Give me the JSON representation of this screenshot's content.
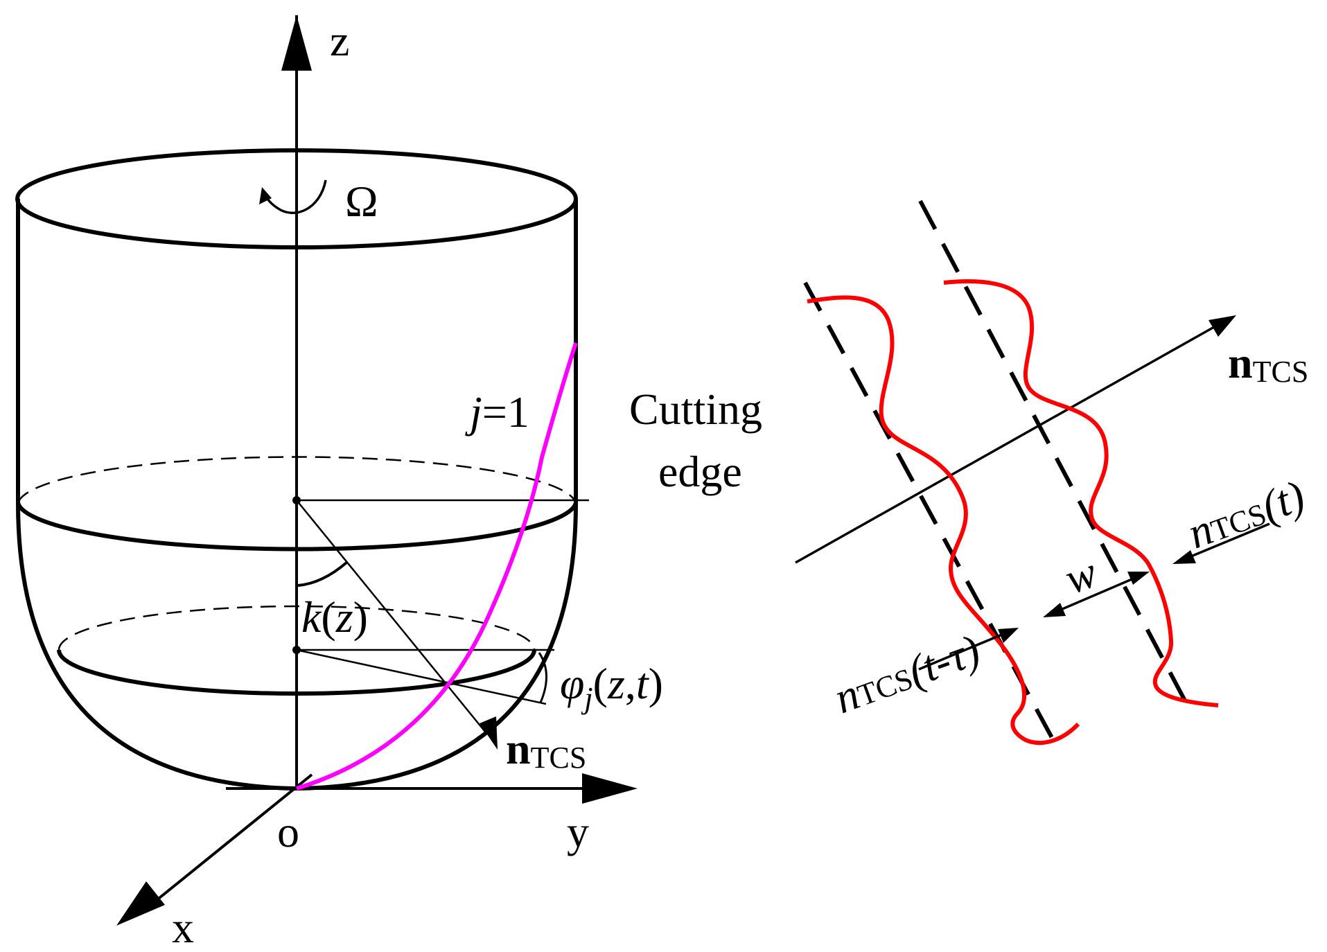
{
  "labels": {
    "z_axis": "z",
    "y_axis": "y",
    "x_axis": "x",
    "origin": "o",
    "omega": "Ω",
    "flute_j": "j",
    "flute_eq": "=1",
    "cutting_line1": "Cutting",
    "cutting_line2": "edge",
    "k_main": "k",
    "k_open": "(",
    "k_var": "z",
    "k_close": ")",
    "phi_main": "φ",
    "phi_sub": "j",
    "phi_open": "(",
    "phi_z": "z",
    "phi_comma": ",",
    "phi_t": "t",
    "phi_close": ")",
    "n_left_main": "n",
    "n_left_sub": "TCS",
    "n_right_main": "n",
    "n_right_sub": "TCS",
    "nt_main": "n",
    "nt_sub": "TCS",
    "nt_arg": "(t)",
    "nttau_main": "n",
    "nttau_sub": "TCS",
    "nttau_arg": "(t-τ)",
    "w": "w"
  },
  "colors": {
    "cutting_edge_left": "#ff00ff",
    "surface_waves": "#ff0000",
    "lines": "#000000"
  }
}
